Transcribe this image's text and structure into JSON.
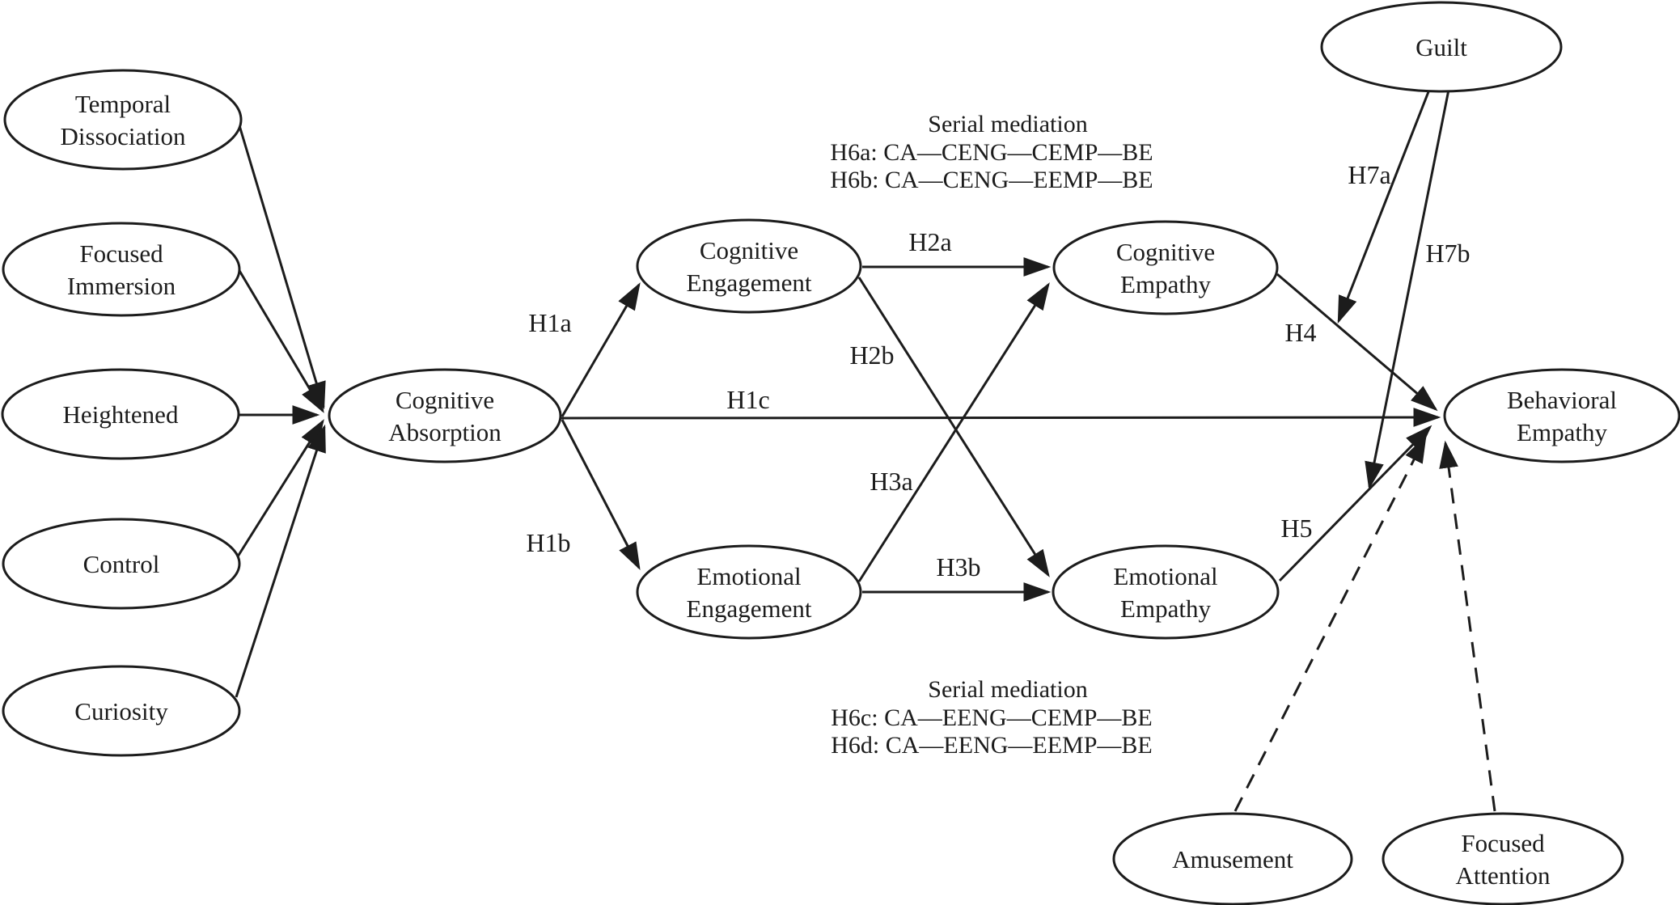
{
  "figure": {
    "background": "#ffffff",
    "line_color": "#1c1c1c",
    "nodes": [
      {
        "id": "temporal-dissociation",
        "lines": [
          "Temporal",
          "Dissociation"
        ]
      },
      {
        "id": "focused-immersion",
        "lines": [
          "Focused",
          "Immersion"
        ]
      },
      {
        "id": "heightened",
        "lines": [
          "Heightened"
        ]
      },
      {
        "id": "control",
        "lines": [
          "Control"
        ]
      },
      {
        "id": "curiosity",
        "lines": [
          "Curiosity"
        ]
      },
      {
        "id": "cognitive-absorption",
        "lines": [
          "Cognitive",
          "Absorption"
        ]
      },
      {
        "id": "cognitive-engagement",
        "lines": [
          "Cognitive",
          "Engagement"
        ]
      },
      {
        "id": "emotional-engagement",
        "lines": [
          "Emotional",
          "Engagement"
        ]
      },
      {
        "id": "cognitive-empathy",
        "lines": [
          "Cognitive",
          "Empathy"
        ]
      },
      {
        "id": "emotional-empathy",
        "lines": [
          "Emotional",
          "Empathy"
        ]
      },
      {
        "id": "behavioral-empathy",
        "lines": [
          "Behavioral",
          "Empathy"
        ]
      },
      {
        "id": "guilt",
        "lines": [
          "Guilt"
        ]
      },
      {
        "id": "amusement",
        "lines": [
          "Amusement"
        ]
      },
      {
        "id": "focused-attention",
        "lines": [
          "Focused",
          "Attention"
        ]
      }
    ],
    "path_labels": {
      "h1a": "H1a",
      "h1b": "H1b",
      "h1c": "H1c",
      "h2a": "H2a",
      "h2b": "H2b",
      "h3a": "H3a",
      "h3b": "H3b",
      "h4": "H4",
      "h5": "H5",
      "h7a": "H7a",
      "h7b": "H7b"
    },
    "serial_mediation_top": {
      "title": "Serial mediation",
      "rows": [
        "H6a: CA—CENG—CEMP—BE",
        "H6b: CA—CENG—EEMP—BE"
      ]
    },
    "serial_mediation_bottom": {
      "title": "Serial mediation",
      "rows": [
        "H6c: CA—EENG—CEMP—BE",
        "H6d: CA—EENG—EEMP—BE"
      ]
    }
  }
}
